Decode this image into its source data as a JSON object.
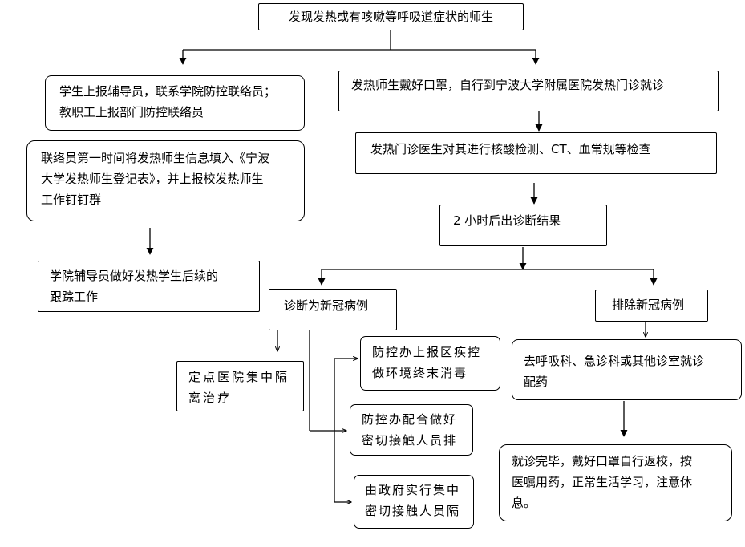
{
  "colors": {
    "stroke": "#000000",
    "background": "#ffffff",
    "text": "#000000"
  },
  "nodes": {
    "start": "发现发热或有咳嗽等呼吸道症状的师生",
    "report_student": "学生上报辅导员，联系学院防控联络员；\n教职工上报部门防控联络员",
    "liaison_register": "联络员第一时间将发热师生信息填入《宁波\n大学发热师生登记表》，并上报校发热师生\n工作钉钉群",
    "counselor_followup": "学院辅导员做好发热学生后续的\n跟踪工作",
    "clinic_visit": "发热师生戴好口罩，自行到宁波大学附属医院发热门诊就诊",
    "clinic_tests": "发热门诊医生对其进行核酸检测、CT、血常规等检查",
    "result_2h": "2 小时后出诊断结果",
    "diagnosed": "诊断为新冠病例",
    "excluded": "排除新冠病例",
    "isolation": "定点医院集中隔\n离治疗",
    "disinfect": "防控办上报区疾控\n做环境终末消毒",
    "close_contact": "防控办配合做好\n密切接触人员排",
    "gov_isolation": "由政府实行集中\n密切接触人员隔",
    "other_clinic": "去呼吸科、急诊科或其他诊室就诊\n配药",
    "return_campus": "就诊完毕，戴好口罩自行返校，按\n医嘱用药，正常生活学习，注意休\n息。"
  }
}
